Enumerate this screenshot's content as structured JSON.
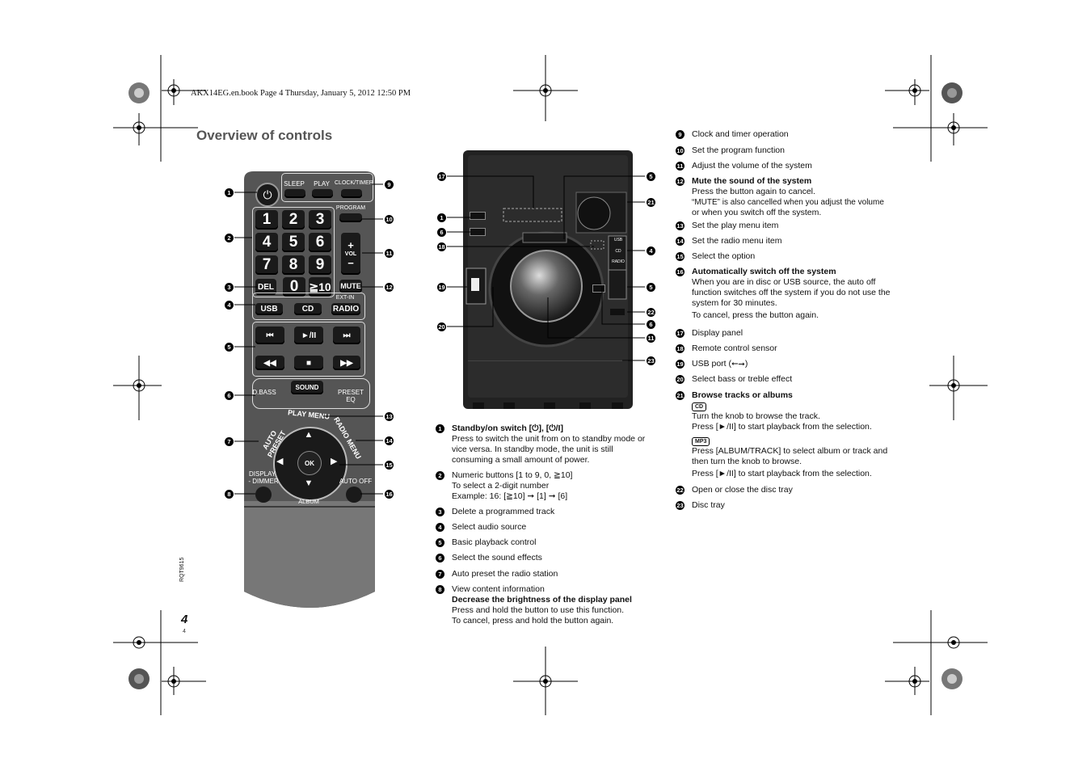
{
  "header": {
    "file_info": "AKX14EG.en.book  Page 4  Thursday, January 5, 2012  12:50 PM"
  },
  "page": {
    "title": "Overview of controls",
    "side_code": "RQT9615",
    "number": "4",
    "small_number": "4"
  },
  "remote": {
    "sleep": "SLEEP",
    "play": "PLAY",
    "clock_timer": "CLOCK/TIMER",
    "program": "PROGRAM",
    "digits": [
      "1",
      "2",
      "3",
      "4",
      "5",
      "6",
      "7",
      "8",
      "9"
    ],
    "zero": "0",
    "ten": "≧10",
    "del": "DEL",
    "vol": "VOL",
    "mute": "MUTE",
    "ext_in": "EXT-IN",
    "usb": "USB",
    "cd": "CD",
    "radio": "RADIO",
    "prev": "⏮",
    "playpause": "►/II",
    "next": "⏭",
    "rew": "◀◀",
    "stop": "■",
    "ff": "▶▶",
    "dbass": "D.BASS",
    "sound": "SOUND",
    "preset_eq": "PRESET EQ",
    "play_menu": "PLAY MENU",
    "auto_preset": "AUTO PRESET",
    "radio_menu": "RADIO MENU",
    "ok": "OK",
    "display": "DISPLAY",
    "dimmer": "- DIMMER",
    "album": "ALBUM",
    "auto_off": "AUTO OFF"
  },
  "callouts_remote": [
    "1",
    "2",
    "3",
    "4",
    "5",
    "6",
    "7",
    "8",
    "9",
    "10",
    "11",
    "12",
    "13",
    "14",
    "15",
    "16"
  ],
  "callouts_unit": [
    "17",
    "1",
    "6",
    "18",
    "19",
    "20",
    "5",
    "21",
    "4",
    "5",
    "22",
    "6",
    "11",
    "23"
  ],
  "unit": {
    "usb_label": "USB",
    "cd_label": "CD",
    "radio_label": "RADIO"
  },
  "items_left": [
    {
      "n": "1",
      "lines": [
        {
          "t": "Standby/on switch [⏻], [⏻/I]",
          "b": true
        },
        {
          "t": "Press to switch the unit from on to standby mode or"
        },
        {
          "t": "vice versa. In standby mode, the unit is still"
        },
        {
          "t": "consuming a small amount of power."
        }
      ]
    },
    {
      "n": "2",
      "lines": [
        {
          "t": "Numeric buttons [1 to 9, 0, ≧10]"
        },
        {
          "t": "To select a 2-digit number"
        },
        {
          "t": "Example: 16: [≧10] ➞ [1] ➞ [6]"
        }
      ]
    },
    {
      "n": "3",
      "lines": [
        {
          "t": "Delete a programmed track"
        }
      ]
    },
    {
      "n": "4",
      "lines": [
        {
          "t": "Select audio source"
        }
      ]
    },
    {
      "n": "5",
      "lines": [
        {
          "t": "Basic playback control"
        }
      ]
    },
    {
      "n": "6",
      "lines": [
        {
          "t": "Select the sound effects"
        }
      ]
    },
    {
      "n": "7",
      "lines": [
        {
          "t": "Auto preset the radio station"
        }
      ]
    },
    {
      "n": "8",
      "lines": [
        {
          "t": "View content information"
        },
        {
          "t": "Decrease the brightness of the display panel",
          "b": true
        },
        {
          "t": "Press and hold the button to use this function."
        },
        {
          "t": "To cancel, press and hold the button again."
        }
      ]
    }
  ],
  "items_right": [
    {
      "n": "9",
      "lines": [
        {
          "t": "Clock and timer operation"
        }
      ]
    },
    {
      "n": "10",
      "lines": [
        {
          "t": "Set the program function"
        }
      ]
    },
    {
      "n": "11",
      "lines": [
        {
          "t": "Adjust the volume of the system"
        }
      ]
    },
    {
      "n": "12",
      "lines": [
        {
          "t": "Mute the sound of the system",
          "b": true
        },
        {
          "t": "Press the button again to cancel."
        },
        {
          "t": "“MUTE” is also cancelled when you adjust the volume"
        },
        {
          "t": "or when you switch off the system."
        }
      ]
    },
    {
      "n": "13",
      "lines": [
        {
          "t": "Set the play menu item"
        }
      ]
    },
    {
      "n": "14",
      "lines": [
        {
          "t": "Set the radio menu item"
        }
      ]
    },
    {
      "n": "15",
      "lines": [
        {
          "t": "Select the option"
        }
      ]
    },
    {
      "n": "16",
      "lines": [
        {
          "t": "Automatically switch off the system",
          "b": true
        },
        {
          "t": "When you are in disc or USB source, the auto off"
        },
        {
          "t": "function switches off the system if you do not use the"
        },
        {
          "t": "system for 30 minutes."
        },
        {
          "t": "To cancel, press the button again."
        }
      ]
    },
    {
      "n": "17",
      "lines": [
        {
          "t": "Display panel"
        }
      ]
    },
    {
      "n": "18",
      "lines": [
        {
          "t": "Remote control sensor"
        }
      ]
    },
    {
      "n": "19",
      "lines": [
        {
          "t": "USB port (⭠⭢)"
        }
      ]
    },
    {
      "n": "20",
      "lines": [
        {
          "t": "Select bass or treble effect"
        }
      ]
    },
    {
      "n": "21",
      "lines": [
        {
          "t": "Browse tracks or albums",
          "b": true
        },
        {
          "t": "CD",
          "badge": true
        },
        {
          "t": "Turn the knob to browse the track."
        },
        {
          "t": "Press [►/II] to start playback from the selection."
        },
        {
          "t": "MP3",
          "badge": true
        },
        {
          "t": "Press [ALBUM/TRACK] to select album or track and"
        },
        {
          "t": "then turn the knob to browse."
        },
        {
          "t": "Press [►/II] to start playback from the selection."
        }
      ]
    },
    {
      "n": "22",
      "lines": [
        {
          "t": "Open or close the disc tray"
        }
      ]
    },
    {
      "n": "23",
      "lines": [
        {
          "t": "Disc tray"
        }
      ]
    }
  ]
}
